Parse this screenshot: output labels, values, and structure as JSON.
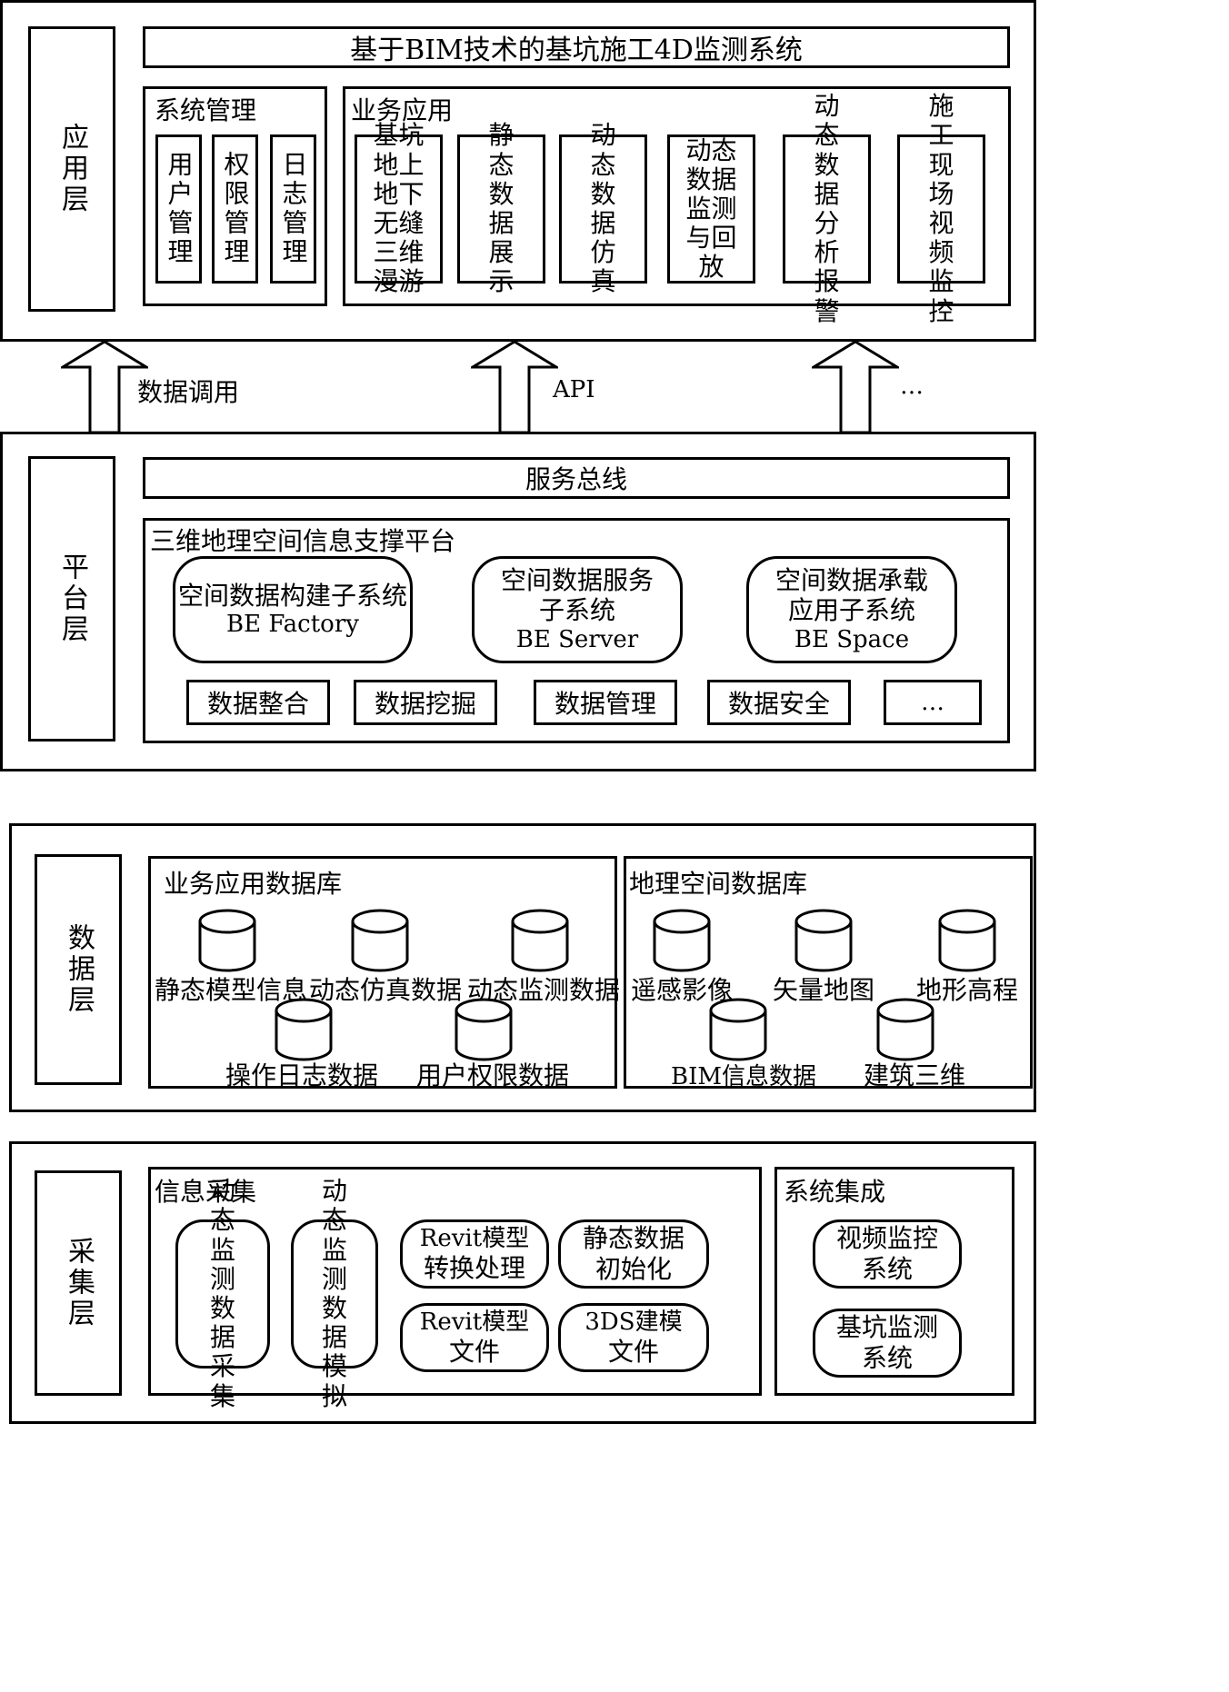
{
  "app_layer": {
    "layer_label": "应用层",
    "title": "基于BIM技术的基坑施工4D监测系统",
    "sys_mgmt": {
      "title": "系统管理",
      "items": [
        "用户管理",
        "权限管理",
        "日志管理"
      ]
    },
    "biz_app": {
      "title": "业务应用",
      "items": [
        "基坑地上地下无缝三维漫游",
        "静态数据展示",
        "动态数据仿真",
        "动态数据监测与回放",
        "动态数据分析报警",
        "施工现场视频监控"
      ]
    }
  },
  "connectors": {
    "data_call": "数据调用",
    "api": "API",
    "more": "…"
  },
  "platform_layer": {
    "layer_label": "平台层",
    "service_bus": "服务总线",
    "support_platform": {
      "title": "三维地理空间信息支撑平台",
      "subsystems": [
        {
          "name": "空间数据构建子系统",
          "product": "BE Factory"
        },
        {
          "name_line1": "空间数据服务",
          "name_line2": "子系统",
          "product": "BE Server"
        },
        {
          "name_line1": "空间数据承载",
          "name_line2": "应用子系统",
          "product": "BE Space"
        }
      ],
      "functions": [
        "数据整合",
        "数据挖掘",
        "数据管理",
        "数据安全",
        "…"
      ]
    }
  },
  "data_layer": {
    "layer_label": "数据层",
    "biz_db": {
      "title": "业务应用数据库",
      "items": [
        "静态模型信息",
        "动态仿真数据",
        "动态监测数据",
        "操作日志数据",
        "用户权限数据"
      ]
    },
    "geo_db": {
      "title": "地理空间数据库",
      "items": [
        "遥感影像",
        "矢量地图",
        "地形高程",
        "BIM信息数据",
        "建筑三维"
      ]
    }
  },
  "collect_layer": {
    "layer_label": "采集层",
    "info_collect": {
      "title": "信息采集",
      "items": [
        "动态监测数据采集",
        "动态监测数据模拟"
      ],
      "pairs": [
        {
          "l1": "Revit模型",
          "l2": "转换处理"
        },
        {
          "l1": "静态数据",
          "l2": "初始化"
        },
        {
          "l1": "Revit模型",
          "l2": "文件"
        },
        {
          "l1": "3DS建模",
          "l2": "文件"
        }
      ]
    },
    "sys_integration": {
      "title": "系统集成",
      "items": [
        {
          "l1": "视频监控",
          "l2": "系统"
        },
        {
          "l1": "基坑监测",
          "l2": "系统"
        }
      ]
    }
  }
}
